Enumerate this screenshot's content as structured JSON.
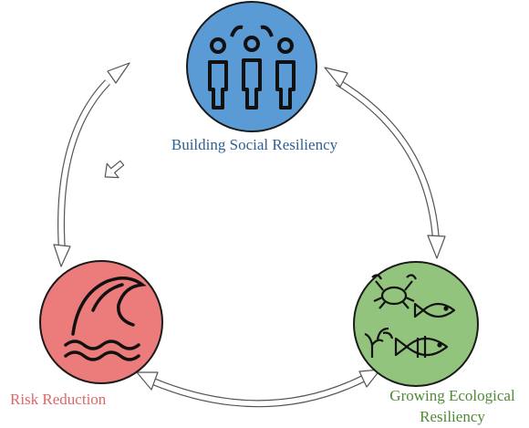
{
  "nodes": {
    "social": {
      "label": "Building Social Resiliency",
      "color": "#5b9bd5",
      "label_color": "#2e5f93",
      "icon": "people-icon"
    },
    "risk": {
      "label": "Risk Reduction",
      "color": "#ec7b7b",
      "label_color": "#e06666",
      "icon": "wave-icon"
    },
    "ecological": {
      "label_line1": "Growing Ecological",
      "label_line2": "Resiliency",
      "color": "#93c47d",
      "label_color": "#4e8a35",
      "icon": "marine-life-icon"
    }
  },
  "edges": [
    {
      "from": "social",
      "to": "risk",
      "style": "double-headed-arrow"
    },
    {
      "from": "social",
      "to": "ecological",
      "style": "double-headed-arrow"
    },
    {
      "from": "risk",
      "to": "ecological",
      "style": "double-headed-arrow"
    }
  ]
}
